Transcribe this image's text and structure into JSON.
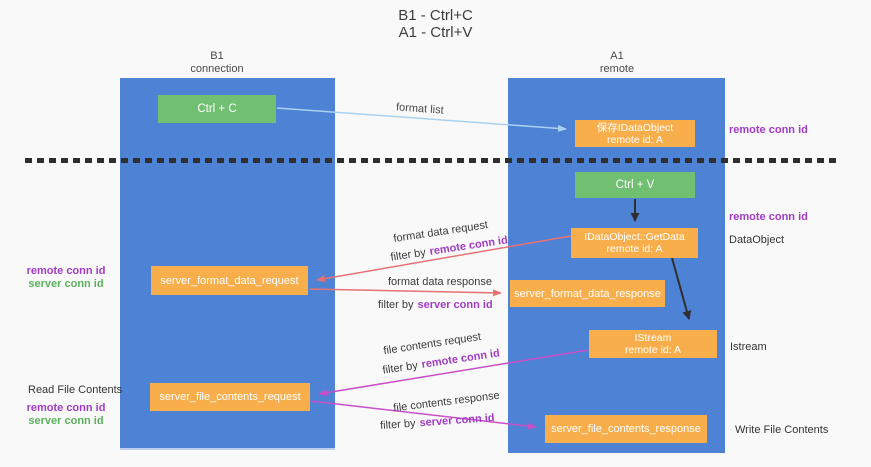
{
  "title": {
    "line1": "B1 - Ctrl+C",
    "line2": "A1 - Ctrl+V"
  },
  "lanes": {
    "left": {
      "name": "B1",
      "role": "connection"
    },
    "right": {
      "name": "A1",
      "role": "remote"
    }
  },
  "nodes": {
    "ctrl_c": {
      "label": "Ctrl + C"
    },
    "ctrl_v": {
      "label": "Ctrl + V"
    },
    "save_dataobject": {
      "line1": "保存IDataObject",
      "line2": "remote id: A"
    },
    "getdata": {
      "line1": "IDataObject::GetData",
      "line2": "remote id: A"
    },
    "istream": {
      "line1": "IStream",
      "line2": "remote id: A"
    },
    "format_request": {
      "label": "server_format_data_request"
    },
    "format_response": {
      "label": "server_format_data_response"
    },
    "file_request": {
      "label": "server_file_contents_request"
    },
    "file_response": {
      "label": "server_file_contents_response"
    }
  },
  "flows": {
    "format_list": "format list",
    "format_data_request": "format data request",
    "format_data_response": "format data response",
    "file_contents_request": "file contents request",
    "file_contents_response": "file contents response",
    "filter_by": "filter by",
    "remote_conn_id": "remote conn id",
    "server_conn_id": "server conn id"
  },
  "labels": {
    "remote_conn_id": "remote conn id",
    "server_conn_id": "server conn id",
    "dataobject": "DataObject",
    "istream": "Istream",
    "read_file_contents": "Read File Contents",
    "write_file_contents": "Write File Contents"
  },
  "colors": {
    "lane_blue": "#4e82d5",
    "node_orange": "#f9ae4c",
    "action_green": "#71bf70",
    "arrow_red": "#e87173",
    "arrow_magenta": "#c94fc9",
    "arrow_lightblue": "#a9d2f2",
    "text_purple": "#a23cc6",
    "text_green": "#5bb25d",
    "dash_black": "#2f2f2f"
  }
}
